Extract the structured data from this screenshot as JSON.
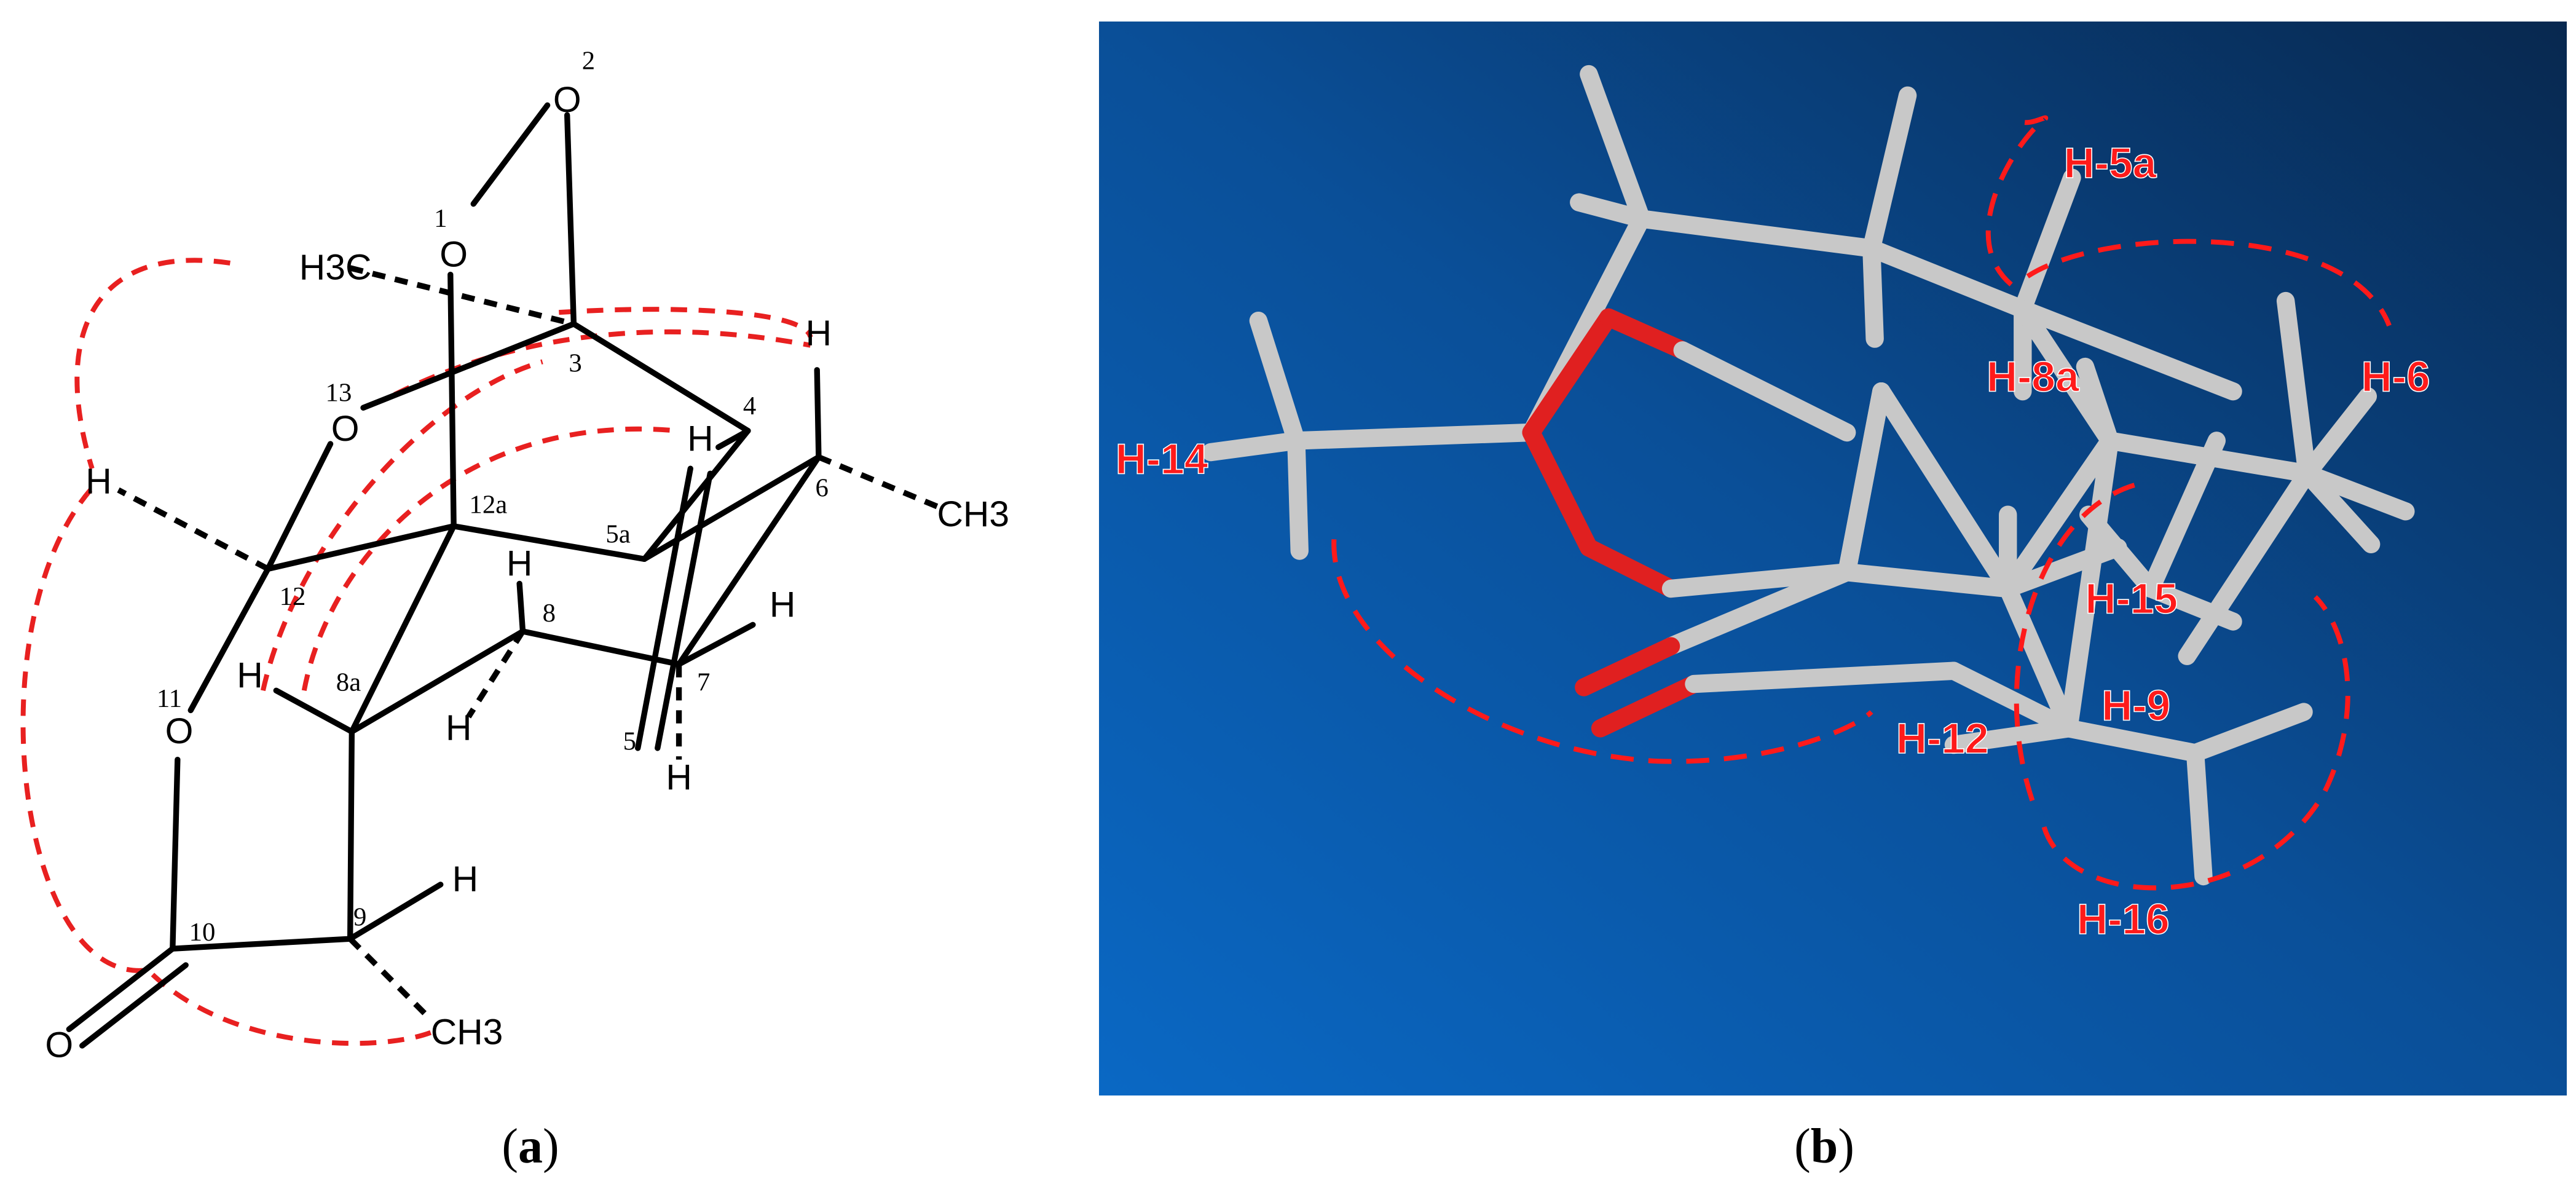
{
  "panel_a": {
    "caption_letter": "a",
    "atom_labels": {
      "o2": "O",
      "o1": "O",
      "o13": "O",
      "o11": "O",
      "o_carbonyl": "O",
      "h3c": "H3C",
      "ch3_6": "CH3",
      "ch3_9": "CH3",
      "h_12": "H",
      "h_6": "H",
      "h_5": "H",
      "h_8": "H",
      "h_7": "H",
      "h_8a": "H",
      "h_8b": "H",
      "h_7b": "H",
      "h_9": "H"
    },
    "number_labels": {
      "n2": "2",
      "n1": "1",
      "n3": "3",
      "n13": "13",
      "n4": "4",
      "n6": "6",
      "n12a": "12a",
      "n5a": "5a",
      "n12": "12",
      "n8": "8",
      "n11": "11",
      "n8a": "8a",
      "n7": "7",
      "n5": "5",
      "n10": "10",
      "n9": "9"
    }
  },
  "panel_b": {
    "caption_letter": "b",
    "colors": {
      "background_light": "#0a5fb5",
      "background_dark": "#0a2a55",
      "label": "#ff1a1a",
      "bond": "#c8c8c8",
      "oxygen": "#e02020"
    },
    "labels": {
      "h5a": "H-5a",
      "h6": "H-6",
      "h8a": "H-8a",
      "h14": "H-14",
      "h15": "H-15",
      "h9": "H-9",
      "h12": "H-12",
      "h16": "H-16"
    }
  }
}
